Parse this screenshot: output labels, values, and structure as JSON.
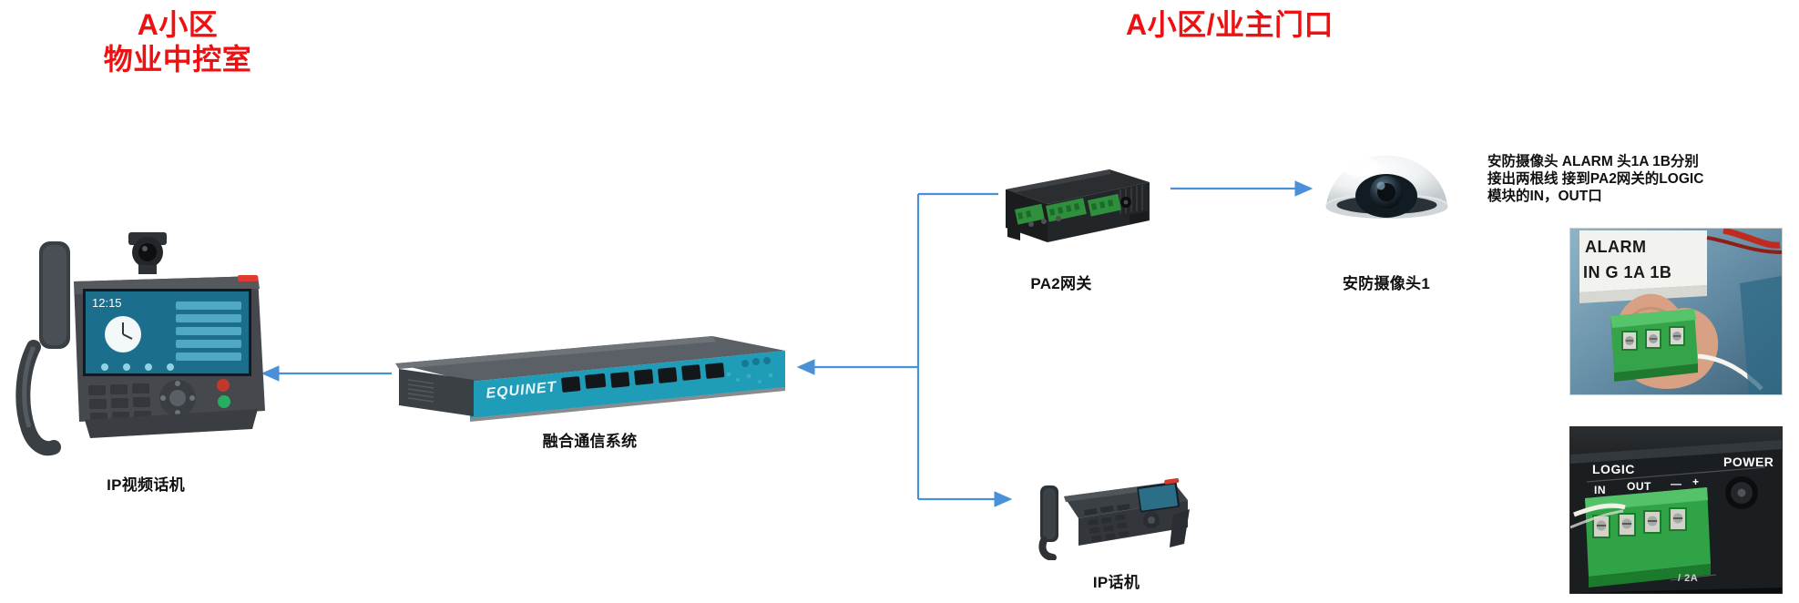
{
  "titles": {
    "left": "A小区\n物业中控室",
    "right": "A小区/业主门口",
    "color": "#ee1111"
  },
  "note": {
    "text": "安防摄像头 ALARM 头1A 1B分别\n接出两根线 接到PA2网关的LOGIC\n模块的IN，OUT口"
  },
  "devices": {
    "video_phone": {
      "caption": "IP视频话机",
      "screen_time": "12:15"
    },
    "server": {
      "caption": "融合通信系统",
      "brand": "EQUINET"
    },
    "pa2_gateway": {
      "caption": "PA2网关"
    },
    "camera": {
      "caption": "安防摄像头1"
    },
    "ip_phone": {
      "caption": "IP话机"
    }
  },
  "photos": {
    "alarm_terminal": {
      "label_line1": "ALARM",
      "label_line2": "IN  G 1A 1B"
    },
    "logic_panel": {
      "logic_label": "LOGIC",
      "power_label": "POWER",
      "in_label": "IN",
      "out_label": "OUT",
      "minus_label": "—",
      "plus_label": "+",
      "rating_label": "/ 2A"
    }
  },
  "connections": {
    "line_color": "#4a90d9",
    "arrow_color": "#4a90d9",
    "edges": [
      {
        "from": "server",
        "to": "video_phone",
        "direction": "left"
      },
      {
        "from": "trunk",
        "to": "server",
        "direction": "left"
      },
      {
        "from": "trunk",
        "to": "pa2_gateway",
        "direction": "up"
      },
      {
        "from": "pa2_gateway",
        "to": "camera",
        "direction": "right"
      },
      {
        "from": "trunk",
        "to": "ip_phone",
        "direction": "down"
      }
    ]
  }
}
